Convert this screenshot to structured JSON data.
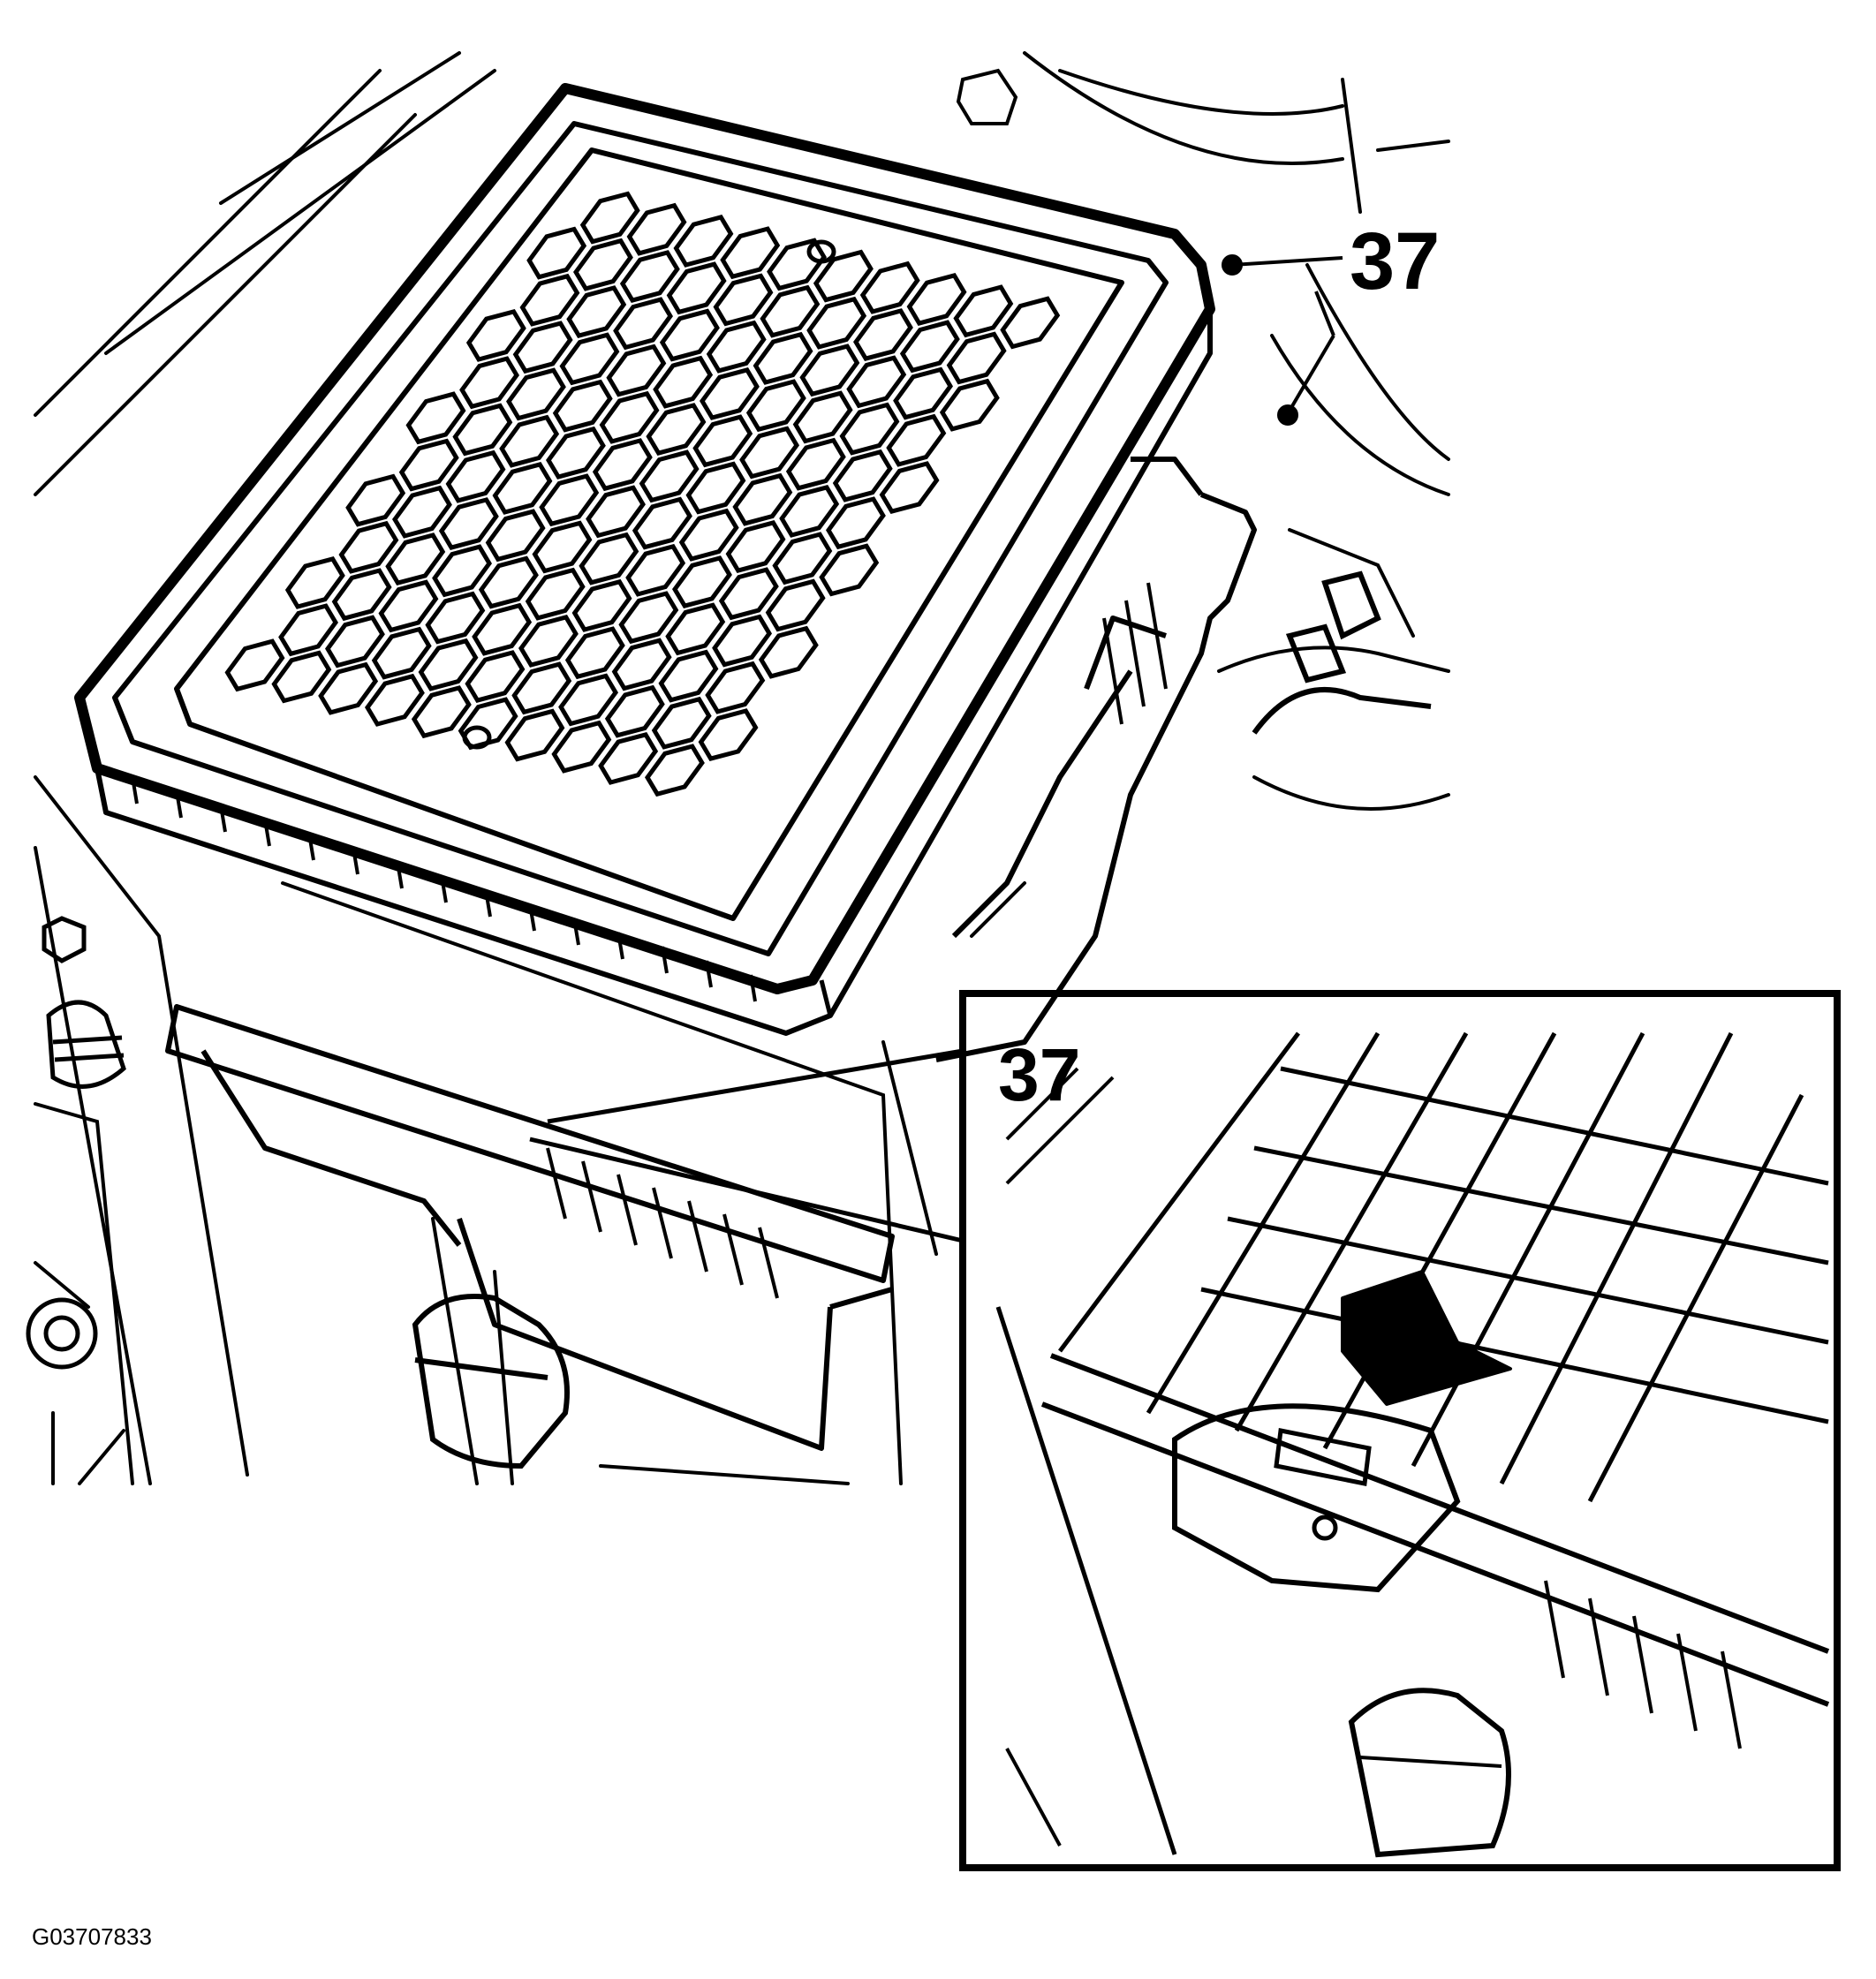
{
  "callouts": {
    "main_label": "37",
    "inset_label": "37"
  },
  "figure_code": "G03707833",
  "colors": {
    "line": "#000000",
    "background": "#ffffff"
  },
  "icons": {
    "arrow": "down-right-arrow-icon"
  }
}
